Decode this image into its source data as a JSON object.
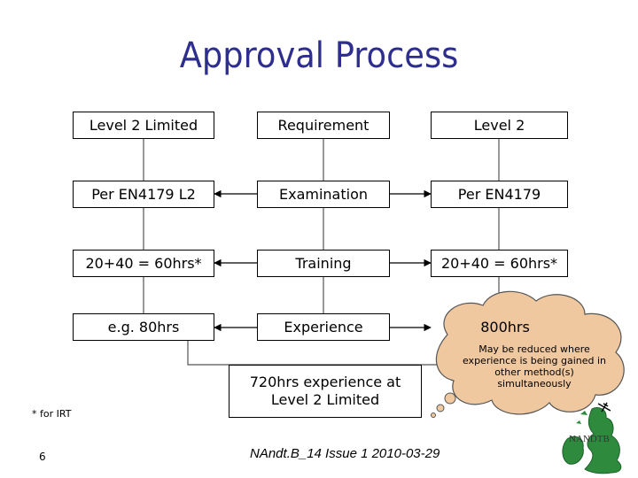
{
  "slide": {
    "title": "Approval Process",
    "footer": "NAndt.B_14 Issue 1 2010-03-29",
    "page_number": "6",
    "footnote": "* for IRT",
    "logo_text": "NANDTB"
  },
  "left_column": [
    "Level 2 Limited",
    "Per EN4179 L2",
    "20+40 = 60hrs*",
    "e.g. 80hrs"
  ],
  "middle_column": [
    "Requirement",
    "Examination",
    "Training",
    "Experience"
  ],
  "right_column": [
    "Level 2",
    "Per EN4179",
    "20+40 = 60hrs*"
  ],
  "cloud": {
    "heading": "800hrs",
    "text": "May be reduced where experience is being gained in other method(s) simultaneously"
  },
  "experience_box": "720hrs experience at Level 2 Limited",
  "colors": {
    "title": "#2e2e8f",
    "cloud_fill": "#f0c8a0",
    "cloud_stroke": "#555555",
    "map_fill": "#2e8b3e"
  }
}
